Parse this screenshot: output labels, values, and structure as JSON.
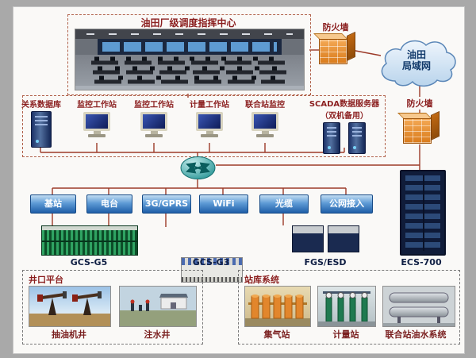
{
  "control_center": {
    "title": "油田厂级调度指挥中心"
  },
  "firewalls": {
    "top": "防火墙",
    "right": "防火墙"
  },
  "cloud": {
    "label": "油田\n局域网"
  },
  "workstations": {
    "db_label": "关系数据库",
    "labels": [
      "监控工作站",
      "监控工作站",
      "计量工作站",
      "联合站监控"
    ],
    "scada_line1": "SCADA数据服务器",
    "scada_line2": "（双机备用）"
  },
  "links": {
    "labels": [
      "基站",
      "电台",
      "3G/GPRS",
      "WiFi",
      "光缆",
      "公网接入"
    ]
  },
  "devices": {
    "labels": [
      "GCS-G5",
      "GCS-G3",
      "FGS/ESD",
      "ECS-700"
    ]
  },
  "wellhead": {
    "title": "井口平台",
    "captions": [
      "抽油机井",
      "注水井"
    ]
  },
  "station": {
    "title": "站库系统",
    "captions": [
      "集气站",
      "计量站",
      "联合站油水系统"
    ]
  },
  "colors": {
    "label_red": "#8b1f1f",
    "link_blue": "#1f5fa8",
    "firewall_orange": "#d97b1b",
    "rack_green": "#1e7a44",
    "wire": "#9c3a28"
  }
}
